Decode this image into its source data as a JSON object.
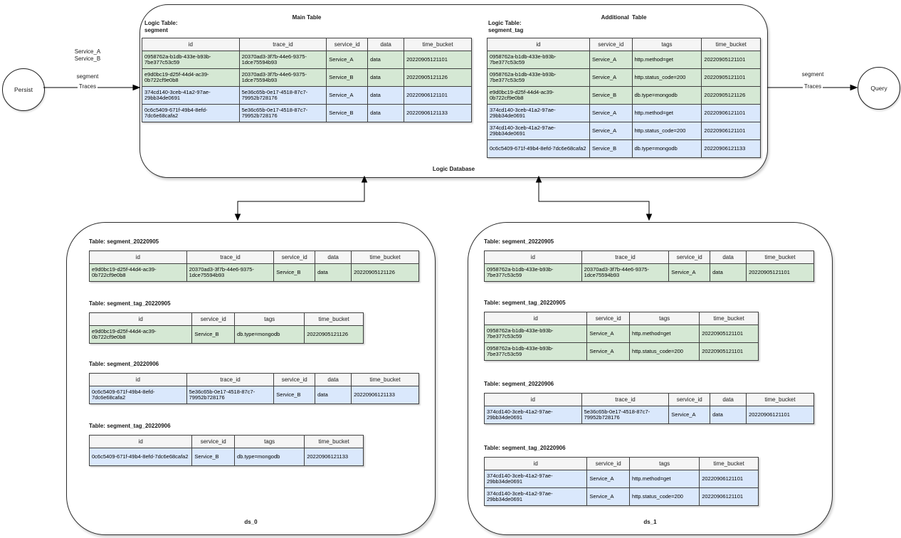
{
  "colors": {
    "row_green": "#d5e8d4",
    "row_blue": "#dae8fc",
    "header_gray": "#f5f5f5"
  },
  "nodes": {
    "persist": "Persist",
    "query": "Query"
  },
  "flow_left": {
    "service1": "Service_A",
    "service2": "Service_B",
    "entity": "segment",
    "arrow_label": "Traces"
  },
  "flow_right": {
    "entity": "segment",
    "arrow_label": "Traces"
  },
  "logic_db": {
    "footer": "Logic Database",
    "main": {
      "title": "Main Table",
      "logic_label": "Logic Table:",
      "logic_name": "segment",
      "table": {
        "columns": [
          "id",
          "trace_id",
          "service_id",
          "data",
          "time_bucket"
        ],
        "widths": [
          29.5,
          26.5,
          12.5,
          11,
          20.5
        ],
        "rows": [
          {
            "tone": "green",
            "cells": [
              "0958762a-b1db-433e-b93b-7be377c53c59",
              "20370ad3-3f7b-44e6-9375-1dce75594b93",
              "Service_A",
              "data",
              "20220905121101"
            ]
          },
          {
            "tone": "green",
            "cells": [
              "e9d0bc19-d25f-44d4-ac39-0b722cf9e0b8",
              "20370ad3-3f7b-44e6-9375-1dce75594b93",
              "Service_B",
              "data",
              "20220905121126"
            ]
          },
          {
            "tone": "blue",
            "cells": [
              "374cd140-3ceb-41a2-97ae-29bb34de0691",
              "5e36c65b-0e17-4518-87c7-79952b728176",
              "Service_A",
              "data",
              "20220906121101"
            ]
          },
          {
            "tone": "blue",
            "cells": [
              "0c6c5409-671f-49b4-8efd-7dc6e68cafa2",
              "5e36c65b-0e17-4518-87c7-79952b728176",
              "Service_B",
              "data",
              "20220906121133"
            ]
          }
        ]
      }
    },
    "additional": {
      "title": "Additional  Table",
      "logic_label": "Logic Table:",
      "logic_name": "segment_tag",
      "table": {
        "columns": [
          "id",
          "service_id",
          "tags",
          "time_bucket"
        ],
        "widths": [
          37.5,
          15.5,
          25.5,
          21.5
        ],
        "rows": [
          {
            "tone": "green",
            "cells": [
              "0958762a-b1db-433e-b93b-7be377c53c59",
              "Service_A",
              "http.method=get",
              "20220905121101"
            ]
          },
          {
            "tone": "green",
            "cells": [
              "0958762a-b1db-433e-b93b-7be377c53c59",
              "Service_A",
              "http.status_code=200",
              "20220905121101"
            ]
          },
          {
            "tone": "green",
            "cells": [
              "e9d0bc19-d25f-44d4-ac39-0b722cf9e0b8",
              "Service_B",
              "db.type=mongodb",
              "20220905121126"
            ]
          },
          {
            "tone": "blue",
            "cells": [
              "374cd140-3ceb-41a2-97ae-29bb34de0691",
              "Service_A",
              "http.method=get",
              "20220906121101"
            ]
          },
          {
            "tone": "blue",
            "cells": [
              "374cd140-3ceb-41a2-97ae-29bb34de0691",
              "Service_A",
              "http.status_code=200",
              "20220906121101"
            ]
          },
          {
            "tone": "blue",
            "cells": [
              "0c6c5409-671f-49b4-8efd-7dc6e68cafa2",
              "Service_B",
              "db.type=mongodb",
              "20220906121133"
            ]
          }
        ]
      }
    }
  },
  "ds0": {
    "label": "ds_0",
    "tables": [
      {
        "title": "Table: segment_20220905",
        "table": {
          "columns": [
            "id",
            "trace_id",
            "service_id",
            "data",
            "time_bucket"
          ],
          "widths": [
            29.5,
            26.5,
            12.5,
            11,
            20.5
          ],
          "rows": [
            {
              "tone": "green",
              "cells": [
                "e9d0bc19-d25f-44d4-ac39-0b722cf9e0b8",
                "20370ad3-3f7b-44e6-9375-1dce75594b93",
                "Service_B",
                "data",
                "20220905121126"
              ]
            }
          ]
        }
      },
      {
        "title": "Table: segment_tag_20220905",
        "table": {
          "columns": [
            "id",
            "service_id",
            "tags",
            "time_bucket"
          ],
          "widths": [
            37.5,
            15.5,
            25.5,
            21.5
          ],
          "rows": [
            {
              "tone": "green",
              "cells": [
                "e9d0bc19-d25f-44d4-ac39-0b722cf9e0b8",
                "Service_B",
                "db.type=mongodb",
                "20220905121126"
              ]
            }
          ]
        }
      },
      {
        "title": "Table: segment_20220906",
        "table": {
          "columns": [
            "id",
            "trace_id",
            "service_id",
            "data",
            "time_bucket"
          ],
          "widths": [
            29.5,
            26.5,
            12.5,
            11,
            20.5
          ],
          "rows": [
            {
              "tone": "blue",
              "cells": [
                "0c6c5409-671f-49b4-8efd-7dc6e68cafa2",
                "5e36c65b-0e17-4518-87c7-79952b728176",
                "Service_B",
                "data",
                "20220906121133"
              ]
            }
          ]
        }
      },
      {
        "title": "Table: segment_tag_20220906",
        "table": {
          "columns": [
            "id",
            "service_id",
            "tags",
            "time_bucket"
          ],
          "widths": [
            37.5,
            15.5,
            25.5,
            21.5
          ],
          "rows": [
            {
              "tone": "blue",
              "cells": [
                "0c6c5409-671f-49b4-8efd-7dc6e68cafa2",
                "Service_B",
                "db.type=mongodb",
                "20220906121133"
              ]
            }
          ]
        }
      }
    ]
  },
  "ds1": {
    "label": "ds_1",
    "tables": [
      {
        "title": "Table: segment_20220905",
        "table": {
          "columns": [
            "id",
            "trace_id",
            "service_id",
            "data",
            "time_bucket"
          ],
          "widths": [
            29.5,
            26.5,
            12.5,
            11,
            20.5
          ],
          "rows": [
            {
              "tone": "green",
              "cells": [
                "0958762a-b1db-433e-b93b-7be377c53c59",
                "20370ad3-3f7b-44e6-9375-1dce75594b93",
                "Service_A",
                "data",
                "20220905121101"
              ]
            }
          ]
        }
      },
      {
        "title": "Table: segment_tag_20220905",
        "table": {
          "columns": [
            "id",
            "service_id",
            "tags",
            "time_bucket"
          ],
          "widths": [
            37.5,
            15.5,
            25.5,
            21.5
          ],
          "rows": [
            {
              "tone": "green",
              "cells": [
                "0958762a-b1db-433e-b93b-7be377c53c59",
                "Service_A",
                "http.method=get",
                "20220905121101"
              ]
            },
            {
              "tone": "green",
              "cells": [
                "0958762a-b1db-433e-b93b-7be377c53c59",
                "Service_A",
                "http.status_code=200",
                "20220905121101"
              ]
            }
          ]
        }
      },
      {
        "title": "Table: segment_20220906",
        "table": {
          "columns": [
            "id",
            "trace_id",
            "service_id",
            "data",
            "time_bucket"
          ],
          "widths": [
            29.5,
            26.5,
            12.5,
            11,
            20.5
          ],
          "rows": [
            {
              "tone": "blue",
              "cells": [
                "374cd140-3ceb-41a2-97ae-29bb34de0691",
                "5e36c65b-0e17-4518-87c7-79952b728176",
                "Service_A",
                "data",
                "20220906121101"
              ]
            }
          ]
        }
      },
      {
        "title": "Table: segment_tag_20220906",
        "table": {
          "columns": [
            "id",
            "service_id",
            "tags",
            "time_bucket"
          ],
          "widths": [
            37.5,
            15.5,
            25.5,
            21.5
          ],
          "rows": [
            {
              "tone": "blue",
              "cells": [
                "374cd140-3ceb-41a2-97ae-29bb34de0691",
                "Service_A",
                "http.method=get",
                "20220906121101"
              ]
            },
            {
              "tone": "blue",
              "cells": [
                "374cd140-3ceb-41a2-97ae-29bb34de0691",
                "Service_A",
                "http.status_code=200",
                "20220906121101"
              ]
            }
          ]
        }
      }
    ]
  }
}
